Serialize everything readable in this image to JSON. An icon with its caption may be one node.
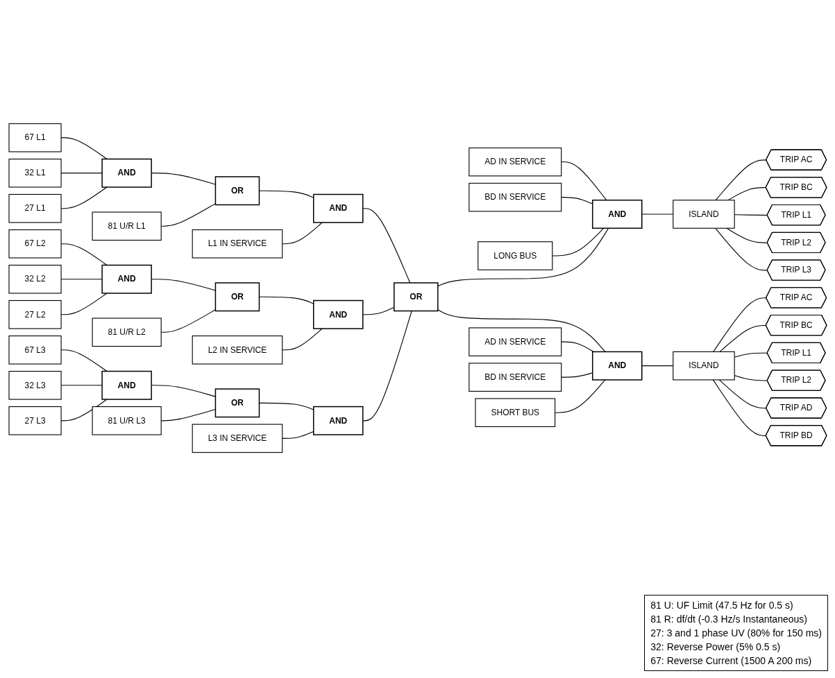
{
  "diagram": {
    "nodes": [
      {
        "text": [
          "67 L1"
        ]
      },
      {
        "text": [
          "32 L1"
        ]
      },
      {
        "text": [
          "AND"
        ]
      },
      {
        "text": [
          "27 L1"
        ]
      },
      {
        "text": [
          "OR"
        ]
      },
      {
        "text": [
          "81 U/R L1"
        ]
      },
      {
        "text": [
          "AND"
        ]
      },
      {
        "text": [
          "L1 IN SERVICE"
        ]
      },
      {
        "text": [
          "67 L2"
        ]
      },
      {
        "text": [
          "32 L2"
        ]
      },
      {
        "text": [
          "AND"
        ]
      },
      {
        "text": [
          "27 L2"
        ]
      },
      {
        "text": [
          "OR"
        ]
      },
      {
        "text": [
          "81 U/R L2"
        ]
      },
      {
        "text": [
          "AND"
        ]
      },
      {
        "text": [
          "L2 IN SERVICE"
        ]
      },
      {
        "text": [
          "67 L3"
        ]
      },
      {
        "text": [
          "32 L3"
        ]
      },
      {
        "text": [
          "AND"
        ]
      },
      {
        "text": [
          "27 L3"
        ]
      },
      {
        "text": [
          "OR"
        ]
      },
      {
        "text": [
          "81 U/R L3"
        ]
      },
      {
        "text": [
          "AND"
        ]
      },
      {
        "text": [
          "L3 IN SERVICE"
        ]
      },
      {
        "text": [
          "OR"
        ]
      },
      {
        "text": [
          "AD IN SERVICE"
        ]
      },
      {
        "text": [
          "BD IN SERVICE"
        ]
      },
      {
        "text": [
          "AND"
        ]
      },
      {
        "text": [
          "LONG BUS"
        ]
      },
      {
        "text": [
          "ISLAND"
        ]
      },
      {
        "text": [
          "TRIP AC"
        ]
      },
      {
        "text": [
          "TRIP BC"
        ]
      },
      {
        "text": [
          "TRIP L1"
        ]
      },
      {
        "text": [
          "TRIP L2"
        ]
      },
      {
        "text": [
          "TRIP L3"
        ]
      },
      {
        "text": [
          "AD IN SERVICE"
        ]
      },
      {
        "text": [
          "AND"
        ]
      },
      {
        "text": [
          "ISLAND"
        ]
      },
      {
        "text": [
          "BD IN SERVICE"
        ]
      },
      {
        "text": [
          "SHORT BUS"
        ]
      },
      {
        "text": [
          "TRIP AC"
        ]
      },
      {
        "text": [
          "TRIP BC"
        ]
      },
      {
        "text": [
          "TRIP L1"
        ]
      },
      {
        "text": [
          "TRIP L2"
        ]
      },
      {
        "text": [
          "TRIP AD"
        ]
      },
      {
        "text": [
          "TRIP BD"
        ]
      }
    ],
    "edges": [
      {
        "from": 0,
        "to": 2,
        "arrow": "none"
      },
      {
        "from": 1,
        "to": 2,
        "arrow": "none"
      },
      {
        "from": 3,
        "to": 2,
        "arrow": "none"
      },
      {
        "from": 2,
        "to": 4,
        "arrow": "none"
      },
      {
        "from": 5,
        "to": 4,
        "arrow": "none"
      },
      {
        "from": 4,
        "to": 6,
        "arrow": "none"
      },
      {
        "from": 7,
        "to": 6,
        "arrow": "none"
      },
      {
        "from": 8,
        "to": 10,
        "arrow": "none"
      },
      {
        "from": 9,
        "to": 10,
        "arrow": "none"
      },
      {
        "from": 11,
        "to": 10,
        "arrow": "none"
      },
      {
        "from": 10,
        "to": 12,
        "arrow": "none"
      },
      {
        "from": 13,
        "to": 12,
        "arrow": "none"
      },
      {
        "from": 12,
        "to": 14,
        "arrow": "none"
      },
      {
        "from": 15,
        "to": 14,
        "arrow": "none"
      },
      {
        "from": 16,
        "to": 18,
        "arrow": "none"
      },
      {
        "from": 17,
        "to": 18,
        "arrow": "none"
      },
      {
        "from": 19,
        "to": 18,
        "arrow": "none"
      },
      {
        "from": 18,
        "to": 20,
        "arrow": "none"
      },
      {
        "from": 21,
        "to": 20,
        "arrow": "none"
      },
      {
        "from": 20,
        "to": 22,
        "arrow": "none"
      },
      {
        "from": 23,
        "to": 22,
        "arrow": "none"
      },
      {
        "from": 6,
        "to": 24,
        "arrow": "none"
      },
      {
        "from": 14,
        "to": 24,
        "arrow": "none"
      },
      {
        "from": 22,
        "to": 24,
        "arrow": "none"
      },
      {
        "from": 25,
        "to": 27,
        "arrow": "none"
      },
      {
        "from": 26,
        "to": 27,
        "arrow": "none"
      },
      {
        "from": 28,
        "to": 27,
        "arrow": "none"
      },
      {
        "from": 24,
        "to": 27,
        "arrow": "none"
      },
      {
        "from": 27,
        "to": 29,
        "arrow": "none"
      },
      {
        "from": 29,
        "to": 30,
        "arrow": "none"
      },
      {
        "from": 29,
        "to": 31,
        "arrow": "none"
      },
      {
        "from": 29,
        "to": 32,
        "arrow": "none"
      },
      {
        "from": 29,
        "to": 33,
        "arrow": "none"
      },
      {
        "from": 29,
        "to": 34,
        "arrow": "none"
      },
      {
        "from": 24,
        "to": 36,
        "arrow": "none"
      },
      {
        "from": 35,
        "to": 36,
        "arrow": "none"
      },
      {
        "from": 38,
        "to": 36,
        "arrow": "none"
      },
      {
        "from": 39,
        "to": 36,
        "arrow": "none"
      },
      {
        "from": 36,
        "to": 37,
        "arrow": "none"
      },
      {
        "from": 37,
        "to": 40,
        "arrow": "none"
      },
      {
        "from": 37,
        "to": 41,
        "arrow": "none"
      },
      {
        "from": 37,
        "to": 42,
        "arrow": "none"
      },
      {
        "from": 37,
        "to": 43,
        "arrow": "none"
      },
      {
        "from": 37,
        "to": 44,
        "arrow": "none"
      },
      {
        "from": 37,
        "to": 45,
        "arrow": "none"
      }
    ],
    "labels": [
      "81 U: UF Limit (47.5 Hz for 0.5 s)",
      "81 R: df/dt (-0.3 Hz/s Instantaneous)",
      "27: 3 and 1 phase UV (80% for 150 ms)",
      "32: Reverse Power (5% 0.5 s)",
      "67: Reverse Current (1500 A 200 ms)"
    ]
  }
}
